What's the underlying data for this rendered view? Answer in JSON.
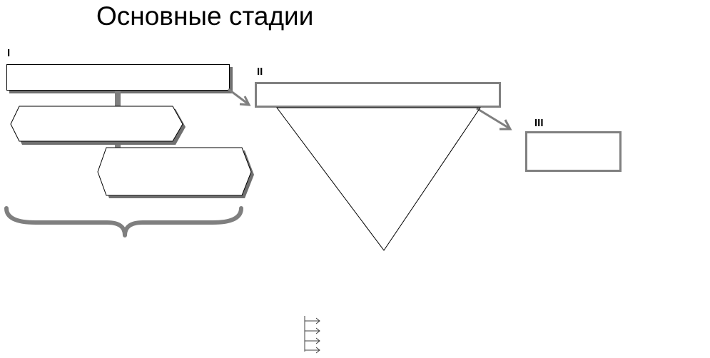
{
  "title": "Основные стадии",
  "stages": {
    "stage_1_label": "I",
    "stage_2_label": "II",
    "stage_3_label": "III"
  },
  "colors": {
    "line": "#000000",
    "shadow": "#707070",
    "grey_border": "#808080",
    "connector": "#7f7f7f"
  }
}
